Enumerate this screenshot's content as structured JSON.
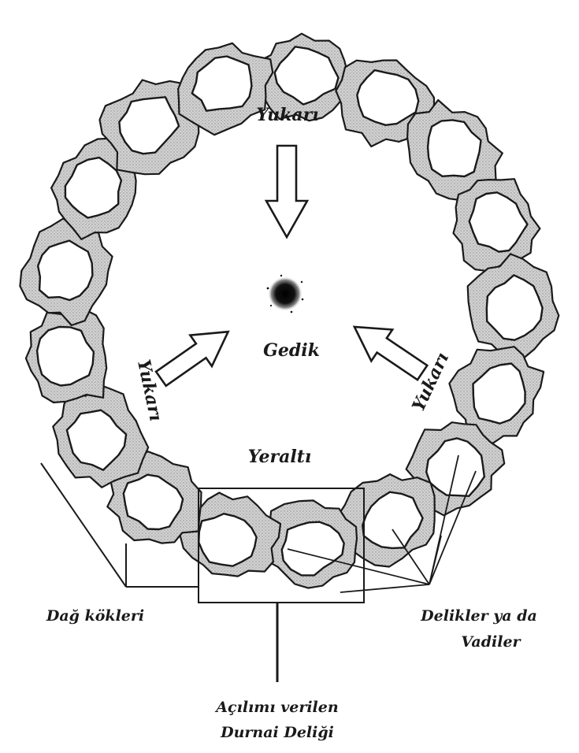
{
  "diagram": {
    "labels": {
      "top": "Yukarı",
      "left": "Yukarı",
      "right": "Yukarı",
      "center": "Gedik",
      "below_center": "Yeraltı",
      "roots": "Dağ kökleri",
      "holes_line1": "Delikler ya da",
      "holes_line2": "Vadiler",
      "expanded_line1": "Açılımı verilen",
      "expanded_line2": "Durnai Deliği"
    }
  }
}
